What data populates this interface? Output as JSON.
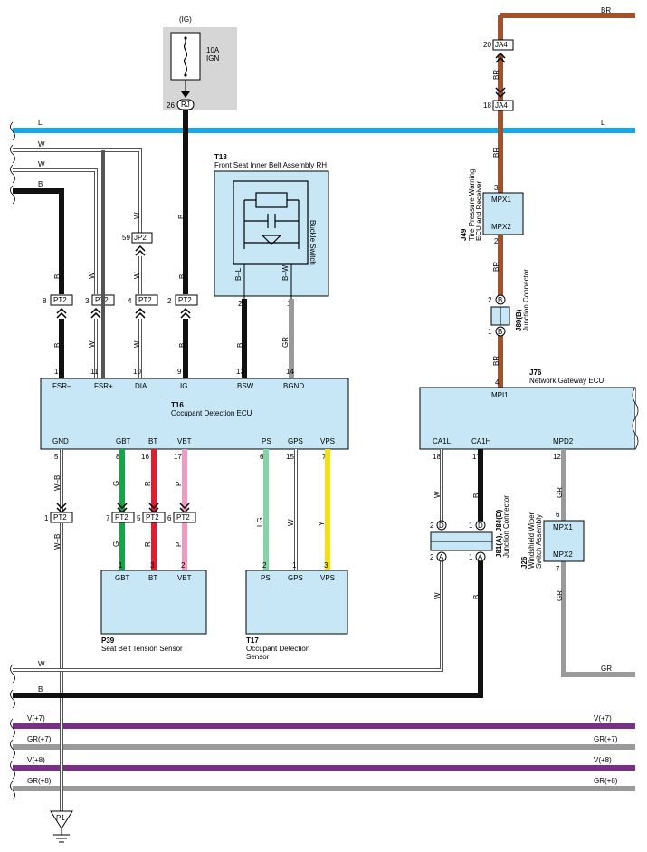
{
  "colors": {
    "L": "#18a8e8",
    "W": "#ffffff",
    "B": "#111111",
    "BR": "#a0522d",
    "GR": "#9a9a9a",
    "G": "#17a34a",
    "R": "#e11d2e",
    "P": "#f39ac1",
    "LG": "#86d3a5",
    "Y": "#f5e10a",
    "V": "#7b2d8b",
    "box": "#c7e7f6",
    "fuse_bg": "#d6d6d6"
  },
  "fuse": {
    "label": "(IG)",
    "rating": "10A",
    "name": "IGN",
    "pin": "26",
    "connector": "RJ"
  },
  "wires": {
    "top_bus": "L",
    "top_bus_right": "L",
    "w1": "W",
    "w2": "W",
    "b_left": "B",
    "br_top": "BR",
    "bus_w": "W",
    "bus_b": "B",
    "gr_right": "GR",
    "v7_left": "V(+7)",
    "v7_right": "V(+7)",
    "gr7_left": "GR(+7)",
    "gr7_right": "GR(+7)",
    "v8_left": "V(+8)",
    "v8_right": "V(+8)",
    "gr8_left": "GR(+8)",
    "gr8_right": "GR(+8)",
    "w_color": "W",
    "b_color": "B",
    "br_color": "BR",
    "gr_color": "GR",
    "g_color": "G",
    "r_color": "R",
    "p_color": "P",
    "lg_color": "LG",
    "y_color": "Y",
    "wb_color": "W–B",
    "bl_color": "B–L",
    "bw_color": "B–W"
  },
  "t18": {
    "id": "T18",
    "name": "Front Seat Inner Belt Assembly RH",
    "switch": "Buckle Switch",
    "pin_a": "2",
    "pin_b": "1"
  },
  "t16": {
    "id": "T16",
    "name": "Occupant Detection ECU",
    "top_pins": [
      {
        "num": "12",
        "label": "FSR–"
      },
      {
        "num": "11",
        "label": "FSR+"
      },
      {
        "num": "10",
        "label": "DIA"
      },
      {
        "num": "9",
        "label": "IG"
      },
      {
        "num": "13",
        "label": "BSW"
      },
      {
        "num": "14",
        "label": "BGND"
      }
    ],
    "bottom_pins": [
      {
        "num": "5",
        "label": "GND"
      },
      {
        "num": "8",
        "label": "GBT"
      },
      {
        "num": "16",
        "label": "BT"
      },
      {
        "num": "17",
        "label": "VBT"
      },
      {
        "num": "6",
        "label": "PS"
      },
      {
        "num": "15",
        "label": "GPS"
      },
      {
        "num": "7",
        "label": "VPS"
      }
    ]
  },
  "pt2": {
    "name": "PT2",
    "top": [
      {
        "num": "8"
      },
      {
        "num": "3"
      },
      {
        "num": "4"
      },
      {
        "num": "2"
      }
    ],
    "bottom": [
      {
        "num": "1"
      },
      {
        "num": "7"
      },
      {
        "num": "5"
      },
      {
        "num": "6"
      }
    ]
  },
  "jp2": {
    "name": "JP2",
    "pin": "59"
  },
  "p39": {
    "id": "P39",
    "name": "Seat Belt Tension Sensor",
    "pins": [
      {
        "num": "1",
        "label": "GBT"
      },
      {
        "num": "3",
        "label": "BT"
      },
      {
        "num": "2",
        "label": "VBT"
      }
    ]
  },
  "t17": {
    "id": "T17",
    "name": "Occupant Detection",
    "name2": "Sensor",
    "pins": [
      {
        "num": "2",
        "label": "PS"
      },
      {
        "num": "1",
        "label": "GPS"
      },
      {
        "num": "3",
        "label": "VPS"
      }
    ]
  },
  "ja4": {
    "name": "JA4",
    "pin_a": "20",
    "pin_b": "18"
  },
  "j49": {
    "id": "J49",
    "name1": "Tire Pressure Warning",
    "name2": "ECU and Receiver",
    "pin1": "MPX1",
    "pin2": "MPX2",
    "num_in": "3",
    "num_out": "2"
  },
  "j80": {
    "id": "J80(B)",
    "name": "Junction Connector",
    "conn": "B",
    "pin_a": "2",
    "pin_b": "1"
  },
  "j76": {
    "id": "J76",
    "name": "Network Gateway ECU",
    "pin_top_num": "4",
    "pin_top": "MPI1",
    "bottom_pins": [
      {
        "num": "18",
        "label": "CA1L"
      },
      {
        "num": "17",
        "label": "CA1H"
      },
      {
        "num": "12",
        "label": "MPD2"
      }
    ]
  },
  "j81": {
    "id": "J81(A), J84(D)",
    "name": "Junction Connector",
    "pins": [
      {
        "num": "2",
        "conn": "D"
      },
      {
        "num": "1",
        "conn": "D"
      },
      {
        "num": "2",
        "conn": "A"
      },
      {
        "num": "1",
        "conn": "A"
      }
    ]
  },
  "j26": {
    "id": "J26",
    "name1": "Windshield Wiper",
    "name2": "Switch Assembly",
    "pin1": "MPX1",
    "pin2": "MPX2",
    "num_in": "6",
    "num_out": "7"
  },
  "ground": {
    "name": "P1"
  }
}
